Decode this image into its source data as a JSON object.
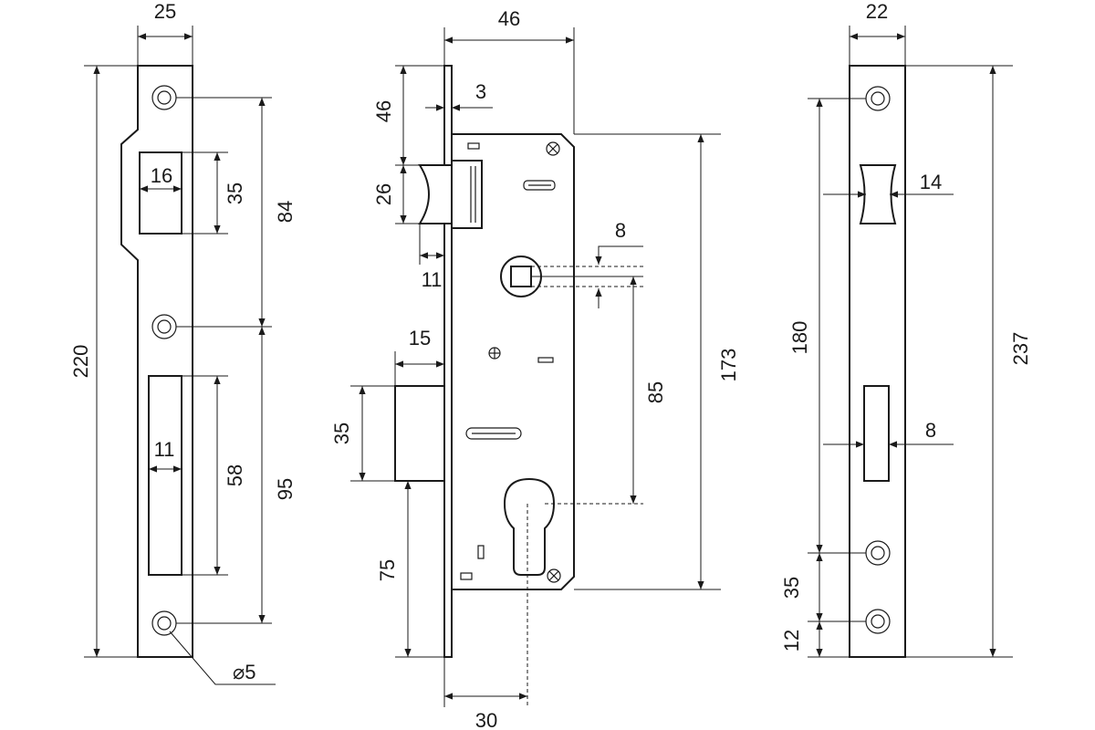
{
  "strike_plate": {
    "width": "25",
    "height": "220",
    "latch_opening_width": "16",
    "latch_opening_height": "35",
    "hole_spacing_top": "84",
    "bolt_opening_width": "11",
    "bolt_opening_height": "58",
    "hole_spacing_bottom": "95",
    "hole_diameter": "⌀5"
  },
  "lock_body": {
    "depth": "46",
    "faceplate_thickness": "3",
    "latch_offset": "46",
    "latch_height": "26",
    "latch_projection": "11",
    "spindle_square": "8",
    "bolt_projection": "15",
    "bolt_height": "35",
    "bolt_offset": "75",
    "handle_to_cylinder": "85",
    "case_height": "173",
    "backset": "30"
  },
  "faceplate": {
    "width": "22",
    "height": "237",
    "latch_slot_width": "14",
    "bolt_slot_width": "8",
    "screw_spacing": "180",
    "lower_spacing": "35",
    "bottom_offset": "12"
  },
  "colors": {
    "line": "#1a1a1a",
    "background": "#ffffff"
  }
}
